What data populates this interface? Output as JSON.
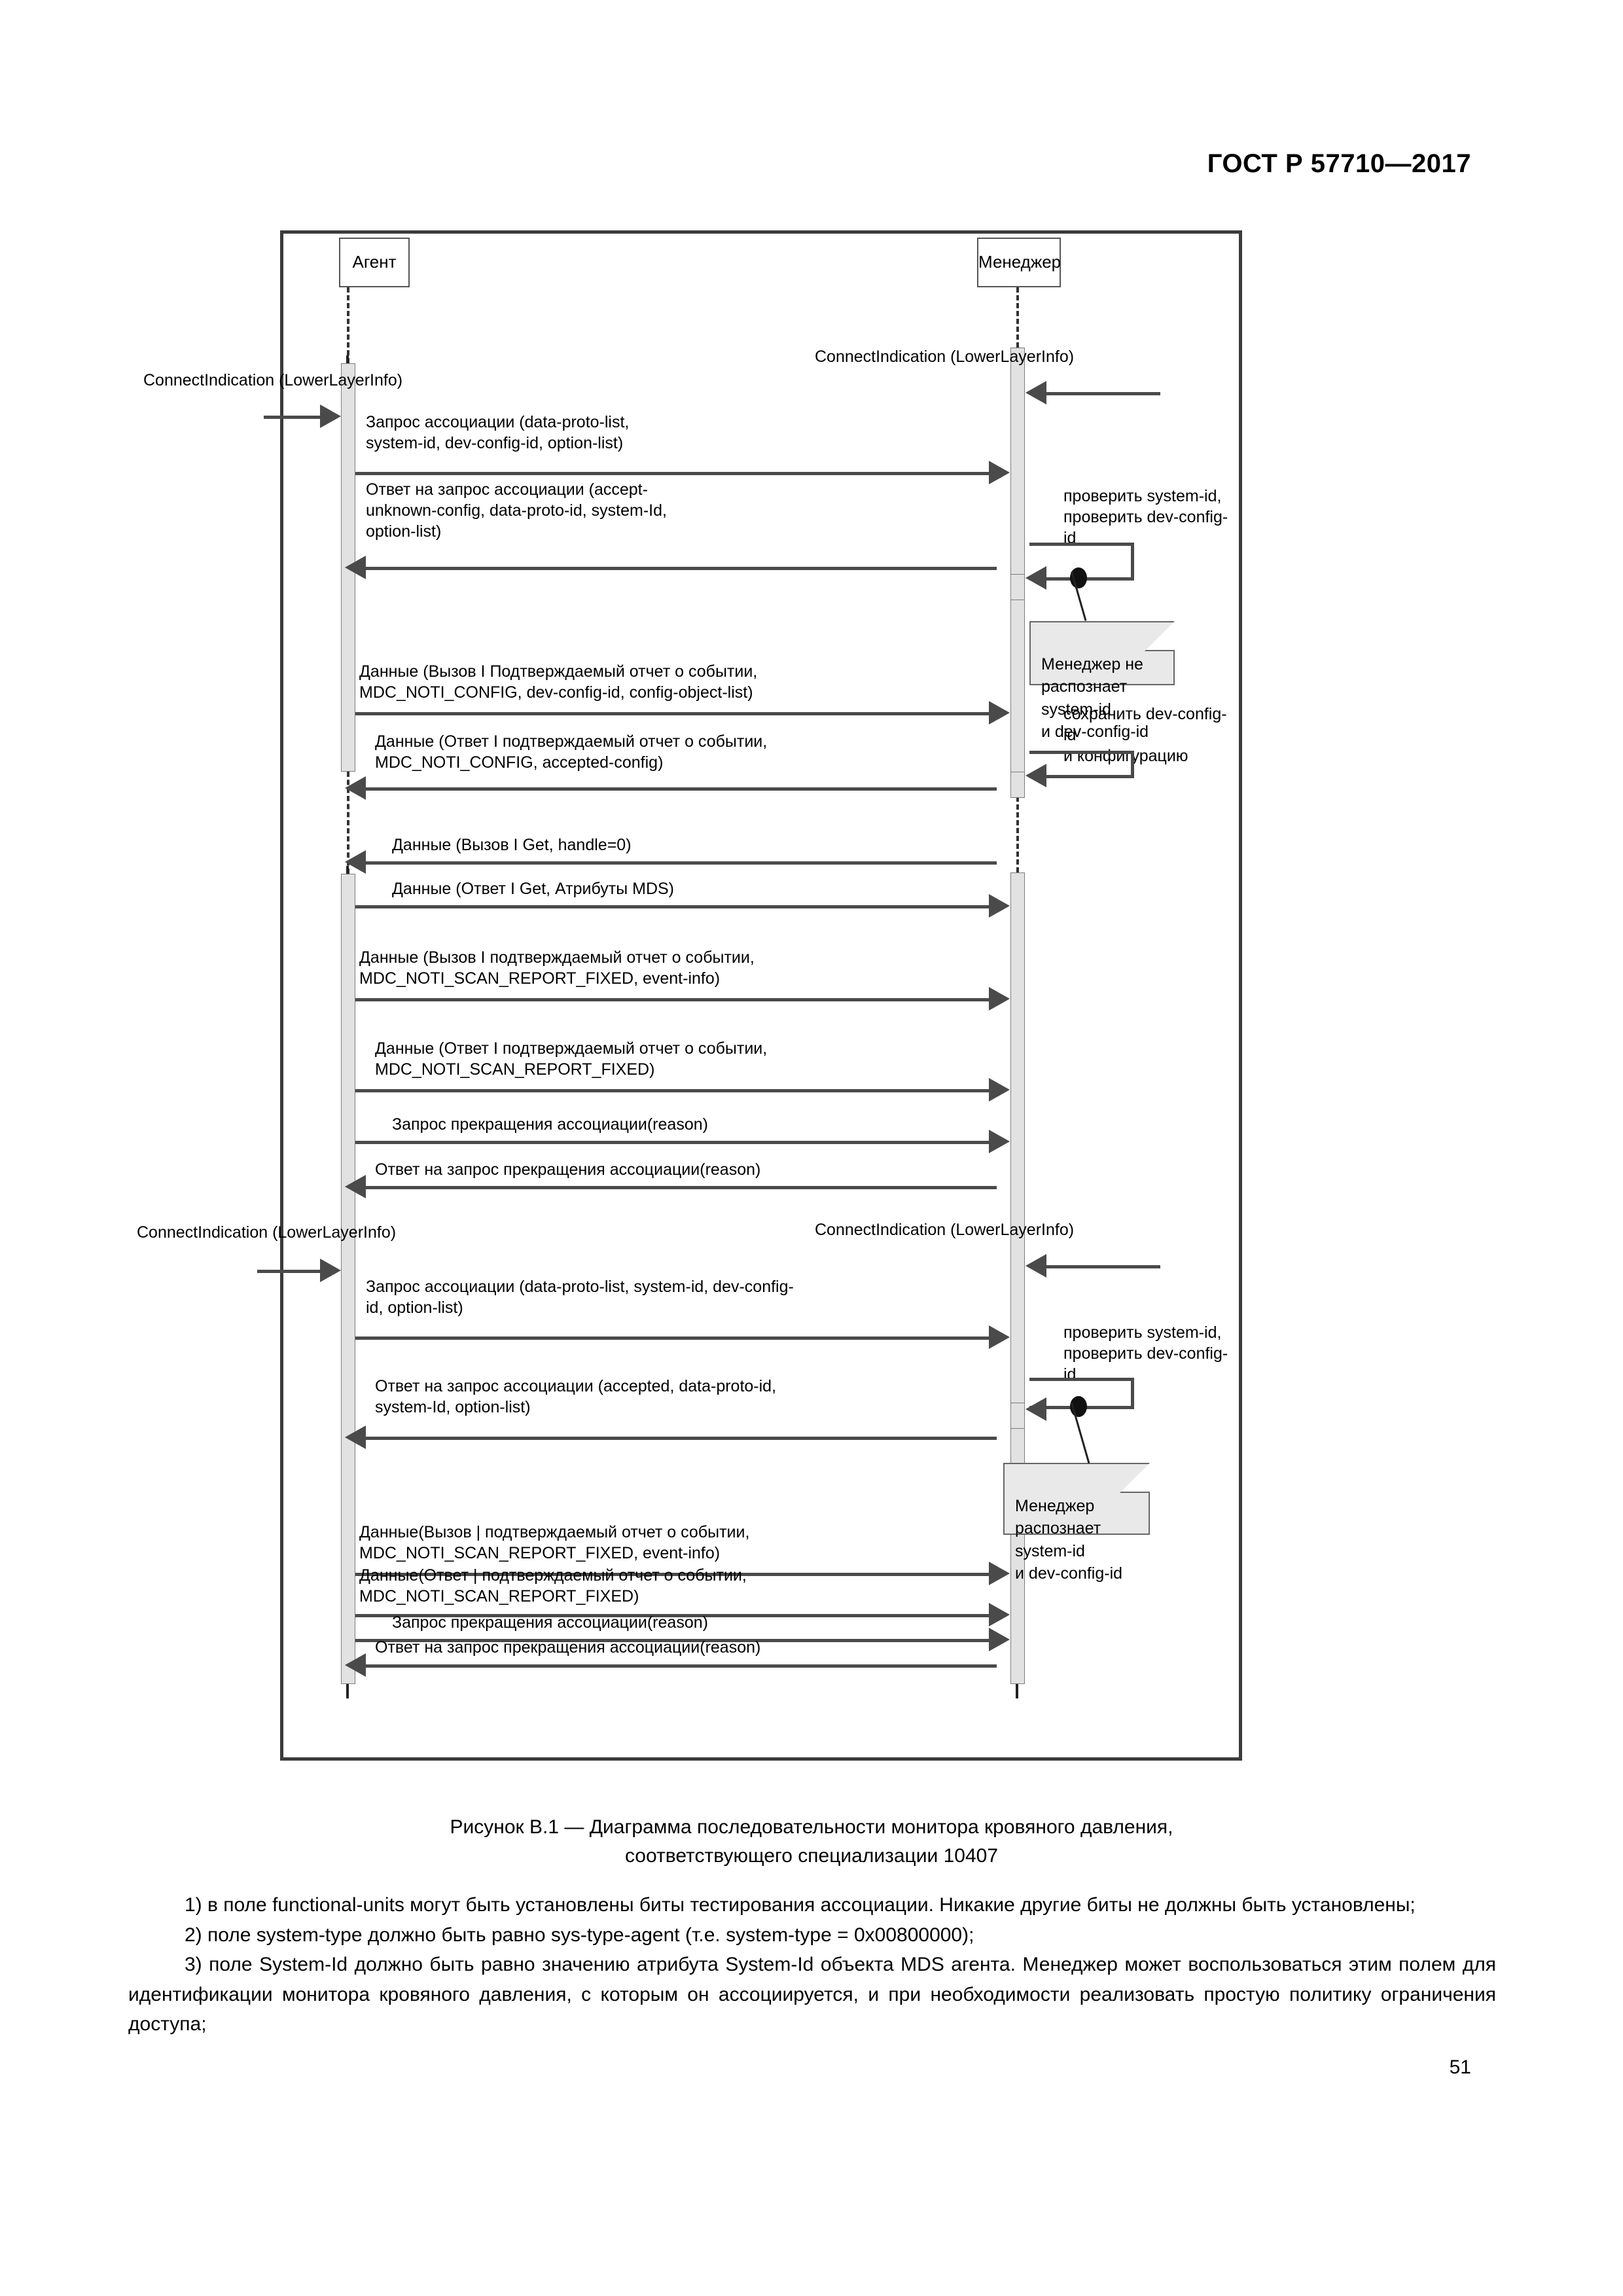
{
  "header": {
    "standard": "ГОСТ Р 57710—2017"
  },
  "diagram": {
    "lifelines": [
      {
        "name": "agent",
        "label": "Агент"
      },
      {
        "name": "manager",
        "label": "Менеджер"
      }
    ],
    "external_events": [
      {
        "name": "agent-connect-top",
        "label": "ConnectIndication (LowerLayerInfo)"
      },
      {
        "name": "manager-connect-top",
        "label": "ConnectIndication (LowerLayerInfo)"
      },
      {
        "name": "agent-connect-second",
        "label": "ConnectIndication (LowerLayerInfo)"
      },
      {
        "name": "manager-connect-second",
        "label": "ConnectIndication (LowerLayerInfo)"
      }
    ],
    "messages": [
      {
        "id": "m1",
        "label": "Запрос ассоциации (data-proto-list,\nsystem-id, dev-config-id, option-list)",
        "direction": "right"
      },
      {
        "id": "m2",
        "label": "Ответ на запрос ассоциации (accept-\nunknown-config, data-proto-id, system-Id,\noption-list)",
        "direction": "left"
      },
      {
        "id": "m3",
        "label": "Данные (Вызов I Подтверждаемый отчет о событии,\nMDC_NOTI_CONFIG, dev-config-id, config-object-list)",
        "direction": "right"
      },
      {
        "id": "m4",
        "label": "Данные (Ответ I подтверждаемый отчет о событии,\nMDC_NOTI_CONFIG, accepted-config)",
        "direction": "left"
      },
      {
        "id": "m5",
        "label": "Данные (Вызов I Get, handle=0)",
        "direction": "left"
      },
      {
        "id": "m6",
        "label": "Данные (Ответ I Get, Атрибуты MDS)",
        "direction": "right"
      },
      {
        "id": "m7",
        "label": "Данные (Вызов I подтверждаемый отчет о событии,\nMDC_NOTI_SCAN_REPORT_FIXED, event-info)",
        "direction": "right"
      },
      {
        "id": "m8",
        "label": "Данные (Ответ I подтверждаемый отчет о событии,\nMDC_NOTI_SCAN_REPORT_FIXED)",
        "direction": "right"
      },
      {
        "id": "m9",
        "label": "Запрос прекращения ассоциации(reason)",
        "direction": "right"
      },
      {
        "id": "m10",
        "label": "Ответ на запрос прекращения ассоциации(reason)",
        "direction": "left"
      },
      {
        "id": "m11",
        "label": "Запрос ассоциации (data-proto-list, system-id, dev-config-\nid, option-list)",
        "direction": "right"
      },
      {
        "id": "m12",
        "label": "Ответ на запрос ассоциации (accepted, data-proto-id,\nsystem-Id, option-list)",
        "direction": "left"
      },
      {
        "id": "m13",
        "label": "Данные(Вызов | подтверждаемый отчет о событии,\nMDC_NOTI_SCAN_REPORT_FIXED, event-info)",
        "direction": "right"
      },
      {
        "id": "m14",
        "label": "Данные(Ответ | подтверждаемый отчет о событии,\nMDC_NOTI_SCAN_REPORT_FIXED)",
        "direction": "right"
      },
      {
        "id": "m15",
        "label": "Запрос прекращения ассоциации(reason)",
        "direction": "right"
      },
      {
        "id": "m16",
        "label": "Ответ на запрос прекращения ассоциации(reason)",
        "direction": "left"
      }
    ],
    "self_messages": [
      {
        "id": "s1",
        "label": "проверить system-id,\nпроверить dev-config-id"
      },
      {
        "id": "s2",
        "label": "сохранить dev-config-id\nи конфигурацию"
      },
      {
        "id": "s3",
        "label": "проверить system-id,\nпроверить dev-config-id"
      }
    ],
    "notes": [
      {
        "id": "n1",
        "label": "Менеджер не\nраспознает system-id\nи dev-config-id"
      },
      {
        "id": "n2",
        "label": "Менеджер\nраспознает system-id\nи dev-config-id"
      }
    ]
  },
  "caption": {
    "line1": "Рисунок В.1 — Диаграмма последовательности монитора кровяного давления,",
    "line2": "соответствующего специализации 10407"
  },
  "body": {
    "item1": "1)  в поле functional-units могут быть установлены биты тестирования ассоциации. Никакие другие биты не должны быть установлены;",
    "item2": "2)  поле system-type должно быть равно sys-type-agent (т.е. system-type = 0x00800000);",
    "item3": "3)  поле System-Id должно быть равно значению атрибута System-Id объекта MDS агента. Менеджер может воспользоваться этим полем для идентификации монитора кровяного давления, с которым он ассоциируется, и при необходимости реализовать простую политику ограничения доступа;"
  },
  "page_number": "51"
}
